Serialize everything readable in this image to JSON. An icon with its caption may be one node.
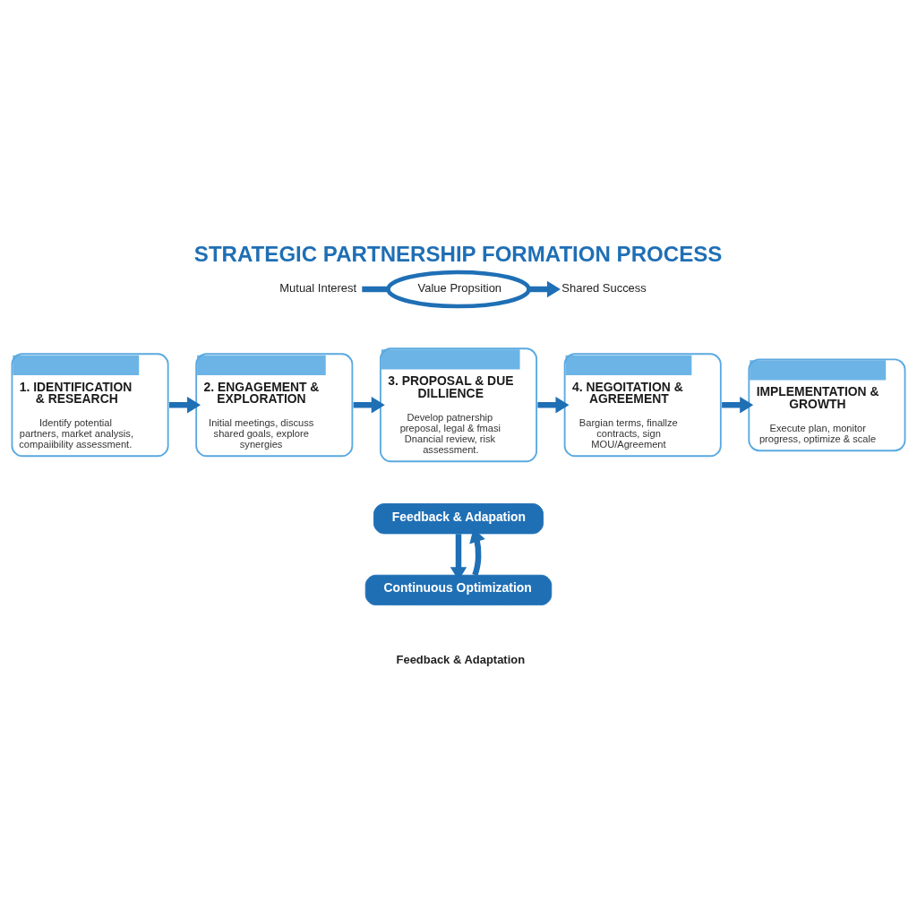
{
  "diagram": {
    "title": "STRATEGIC PARTNERSHIP FORMATION PROCESS",
    "nodes": [
      {
        "text": [
          "1. IDENTIFICATION & RESEARCH",
          "Identify potential partners, market analysis, compaiibility assessment."
        ]
      },
      {
        "text": [
          "2. ENGAGEMENT & EXPLORATION",
          "Initial meetings, discuss shared goals, explore synergies"
        ]
      },
      {
        "text": [
          "3. PROPOSAL & DUE DILLIENCE",
          "Develop patnership preposal, legal & fmasi Dnancial review, risk assessment."
        ]
      },
      {
        "text": [
          "4. NEGOITATION & AGREEMENT",
          "Bargian terms, finallze contracts, sign MOU/Agreement"
        ]
      },
      {
        "text": [
          "IMPLEMENTATION & GROWTH",
          "Execute plan, monitor progress, optimize & scale"
        ]
      },
      {
        "text": [
          "Mutual Interest"
        ]
      },
      {
        "text": [
          "Value Propsition"
        ]
      },
      {
        "text": [
          "Shared Success"
        ]
      },
      {
        "text": [
          "Feedback & Adapation"
        ]
      },
      {
        "text": [
          "Continuous Optimization"
        ]
      }
    ],
    "edges": [
      {
        "from": 0,
        "to": 1,
        "arrow": "to"
      },
      {
        "from": 1,
        "to": 2,
        "arrow": "to"
      },
      {
        "from": 2,
        "to": 3,
        "arrow": "to"
      },
      {
        "from": 3,
        "to": 4,
        "arrow": "to"
      },
      {
        "from": 5,
        "to": 6,
        "arrow": "none"
      },
      {
        "from": 6,
        "to": 7,
        "arrow": "to"
      },
      {
        "from": 8,
        "to": 9,
        "arrow": "to"
      },
      {
        "from": 9,
        "to": 8,
        "arrow": "to"
      }
    ],
    "labels": [
      "Feedback & Adaptation"
    ]
  }
}
